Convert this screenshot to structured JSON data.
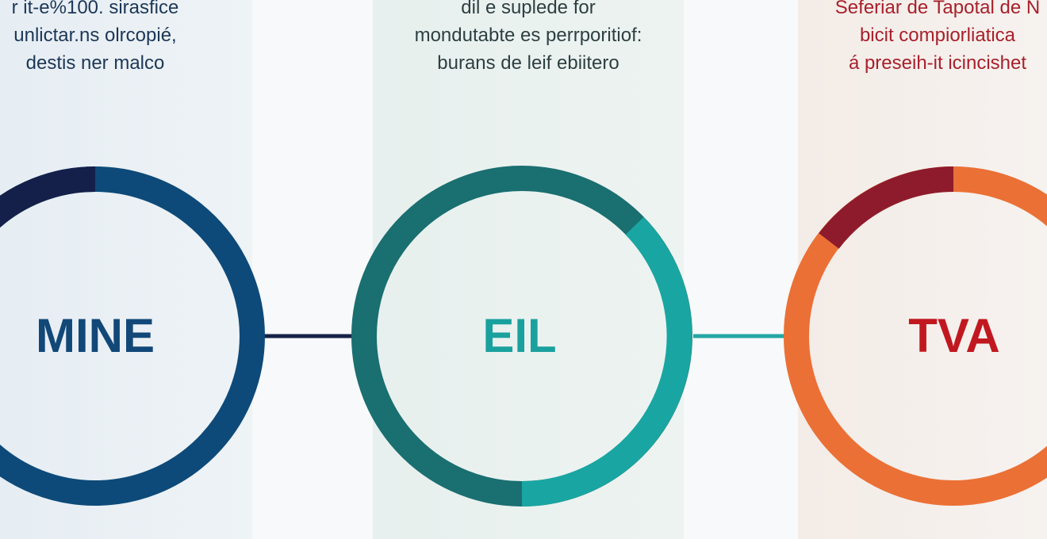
{
  "captions": {
    "left": [
      "r it-e%100. sirasfice",
      "unlictar.ns olrcopié,",
      "destis ner malco"
    ],
    "middle": [
      "dil e suplede for",
      "mondutabte es perrporitiof:",
      "burans de leif ebiitero"
    ],
    "right": [
      "Seferiar de Tapotal de N",
      "bicit compiorliatica",
      "á preseih-it icincishet"
    ]
  },
  "rings": [
    {
      "label": "MINE",
      "color_primary": "#0d4a79",
      "color_secondary": "#14204a",
      "label_color": "#124878"
    },
    {
      "label": "EIL",
      "color_primary": "#1a6f70",
      "color_secondary": "#19a6a2",
      "label_color": "#1aa19e"
    },
    {
      "label": "TVA",
      "color_primary": "#eb7035",
      "color_secondary": "#8e1b2b",
      "label_color": "#c11820"
    }
  ],
  "connectors": [
    {
      "color": "#162245"
    },
    {
      "color": "#26a6a3"
    }
  ],
  "colors": {
    "left_panel": "#e6edf3",
    "middle_panel": "#e7f0ee",
    "right_panel": "#f3ece7",
    "background": "#ffffff"
  }
}
